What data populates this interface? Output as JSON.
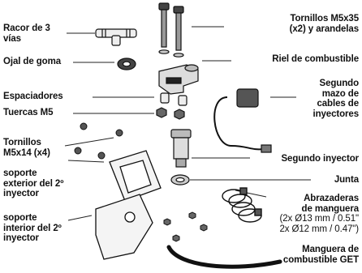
{
  "labels": {
    "tee": [
      "Racor de 3",
      "vías"
    ],
    "grommet": "Ojal de goma",
    "spacers": "Espaciadores",
    "nuts": "Tuercas M5",
    "bolts_small": [
      "Tornillos",
      "M5x14 (x4)"
    ],
    "outer_bracket": [
      "soporte",
      "exterior del 2º",
      "inyector"
    ],
    "inner_bracket": [
      "soporte",
      "interior del 2º",
      "inyector"
    ],
    "bolts_long": [
      "Tornillos M5x35",
      "(x2) y arandelas"
    ],
    "fuel_rail": "Riel de combustible",
    "harness": [
      "Segundo",
      "mazo de",
      "cables de",
      "inyectores"
    ],
    "injector": "Segundo inyector",
    "seal": "Junta",
    "clamps_title": [
      "Abrazaderas",
      "de manguera"
    ],
    "clamps_sizes": [
      "(2x Ø13 mm / 0.51\"",
      "2x Ø12 mm / 0.47\")"
    ],
    "hose": [
      "Manguera de",
      "combustible GET"
    ]
  }
}
